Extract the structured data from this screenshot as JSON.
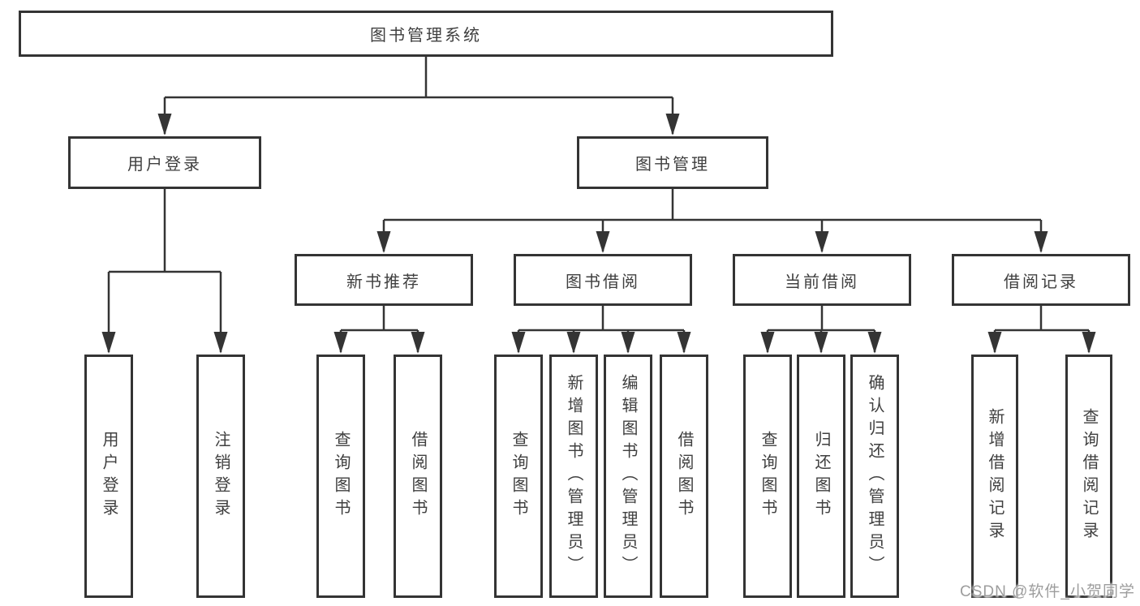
{
  "root": {
    "label": "图书管理系统"
  },
  "level2": [
    {
      "label": "用户登录"
    },
    {
      "label": "图书管理"
    }
  ],
  "level3": [
    {
      "label": "新书推荐"
    },
    {
      "label": "图书借阅"
    },
    {
      "label": "当前借阅"
    },
    {
      "label": "借阅记录"
    }
  ],
  "leaves": [
    {
      "label": "用户登录"
    },
    {
      "label": "注销登录"
    },
    {
      "label": "查询图书"
    },
    {
      "label": "借阅图书"
    },
    {
      "label": "查询图书"
    },
    {
      "label": "新增图书（管理员）"
    },
    {
      "label": "编辑图书（管理员）"
    },
    {
      "label": "借阅图书"
    },
    {
      "label": "查询图书"
    },
    {
      "label": "归还图书"
    },
    {
      "label": "确认归还（管理员）"
    },
    {
      "label": "新增借阅记录"
    },
    {
      "label": "查询借阅记录"
    }
  ],
  "watermark": {
    "text": "CSDN @软件_小贺同学"
  },
  "colors": {
    "line": "#343434",
    "text": "#3f3f3f",
    "watermark": "#9d9d9d",
    "background": "#ffffff"
  }
}
